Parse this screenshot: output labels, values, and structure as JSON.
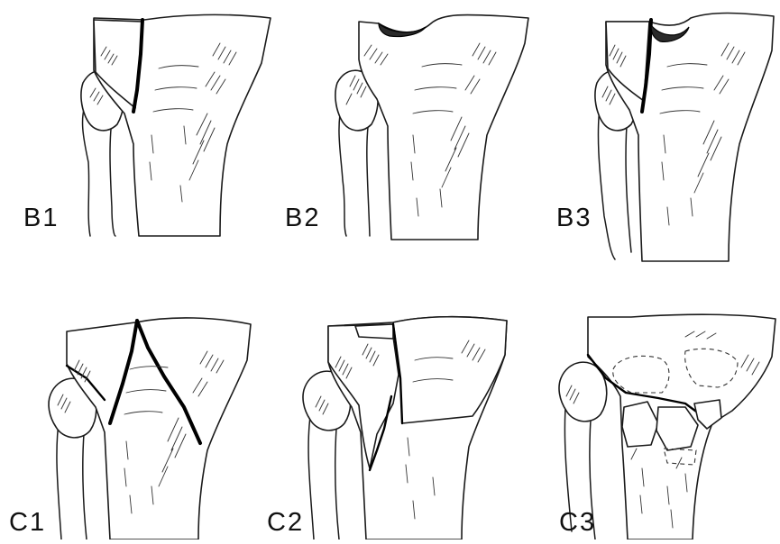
{
  "figure": {
    "panels": [
      {
        "id": "b1",
        "label": "B1"
      },
      {
        "id": "b2",
        "label": "B2"
      },
      {
        "id": "b3",
        "label": "B3"
      },
      {
        "id": "c1",
        "label": "C1"
      },
      {
        "id": "c2",
        "label": "C2"
      },
      {
        "id": "c3",
        "label": "C3"
      }
    ]
  }
}
